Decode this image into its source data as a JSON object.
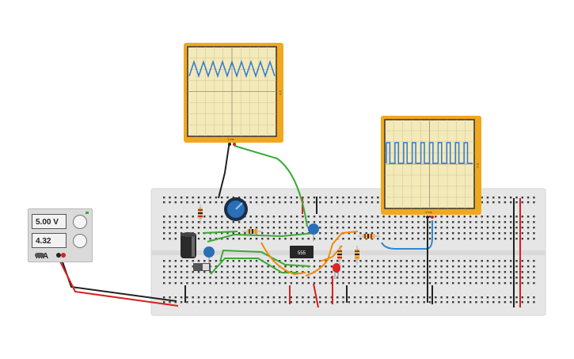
{
  "power_supply": {
    "voltage_display": "5.00 V",
    "current_display": "4.32 mA"
  },
  "oscilloscope_1": {
    "time_label": "1 ms",
    "volts_label": "1 V"
  },
  "oscilloscope_2": {
    "time_label": "1 ms",
    "volts_label": "5 V"
  },
  "chip": {
    "label": "555"
  },
  "colors": {
    "scope_frame": "#f0a81e",
    "scope_screen": "#f4e9b8",
    "trace": "#2c7bd6",
    "breadboard": "#e6e6e6",
    "wire_green": "#3aaa35",
    "wire_orange": "#f08c10",
    "wire_red": "#d62020",
    "wire_black": "#222222",
    "wire_blue": "#2c88d0"
  }
}
